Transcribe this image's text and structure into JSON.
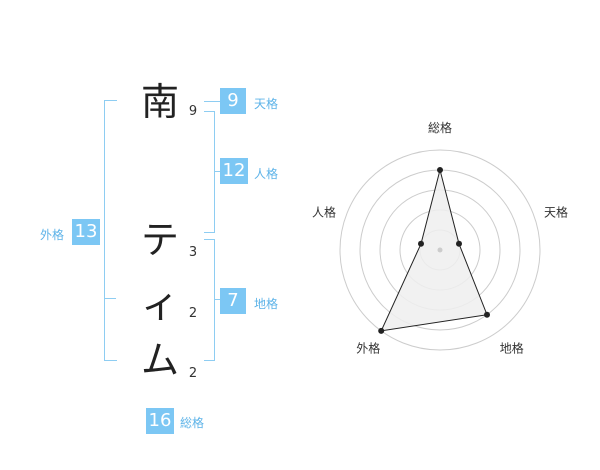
{
  "name": {
    "characters": [
      {
        "char": "南",
        "strokes": "9"
      },
      {
        "char": "テ",
        "strokes": "3"
      },
      {
        "char": "ィ",
        "strokes": "2"
      },
      {
        "char": "ム",
        "strokes": "2"
      }
    ]
  },
  "grades": {
    "tenkaku": {
      "value": "9",
      "label": "天格"
    },
    "jinkaku": {
      "value": "12",
      "label": "人格"
    },
    "chikaku": {
      "value": "7",
      "label": "地格"
    },
    "gaikaku": {
      "value": "13",
      "label": "外格"
    },
    "soukaku": {
      "value": "16",
      "label": "総格"
    }
  },
  "chart_data": {
    "type": "radar",
    "axes": [
      "総格",
      "天格",
      "地格",
      "外格",
      "人格"
    ],
    "values": [
      4,
      1,
      4,
      5,
      1
    ],
    "max": 5,
    "rings": 5,
    "grid": true
  },
  "colors": {
    "accent": "#7cc7f4",
    "label": "#5db3e8",
    "bracket": "#8ecdf2",
    "fill": "#eeeeee",
    "line": "#222222"
  }
}
